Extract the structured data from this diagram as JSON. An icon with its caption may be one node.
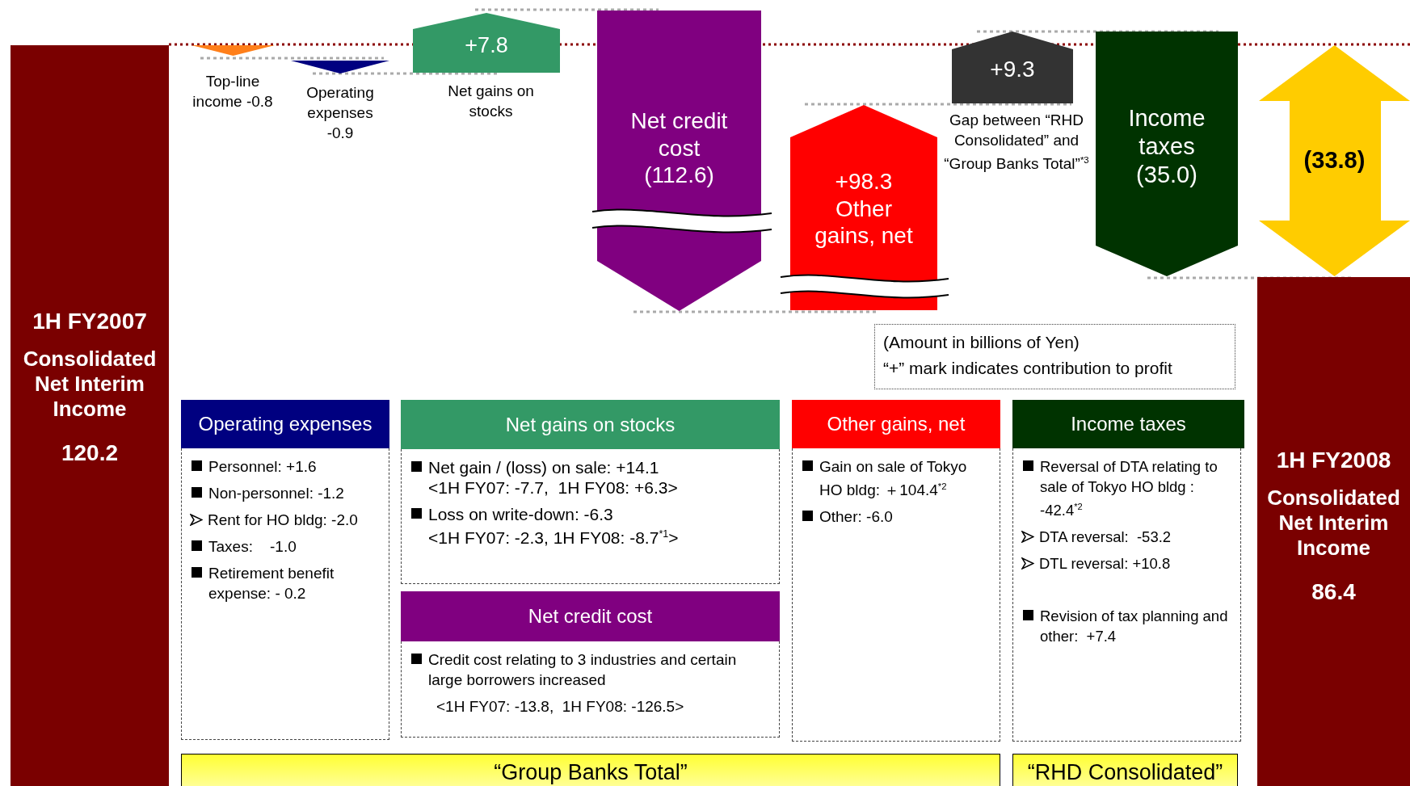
{
  "diagram": {
    "nodes": [
      {
        "text": [
          "1H FY2007",
          "Consolidated Net Interim Income",
          "120.2"
        ]
      },
      {
        "text": [],
        "shape": "triangle",
        "beside": [
          "Top-line income -0.8"
        ]
      },
      {
        "text": [],
        "shape": "triangle",
        "beside": [
          "Operating expenses -0.9"
        ]
      },
      {
        "text": [
          "+7.8"
        ],
        "beside": [
          "Net gains on stocks"
        ]
      },
      {
        "text": [
          "Net credit cost (112.6)"
        ]
      },
      {
        "text": [
          "+98.3 Other gains, net"
        ]
      },
      {
        "text": [
          "+9.3"
        ],
        "beside": [
          "Gap between “RHD Consolidated” and “Group Banks Total”$^{*3}$"
        ]
      },
      {
        "text": [
          "Income taxes (35.0)"
        ]
      },
      {
        "text": [
          "(33.8)"
        ]
      },
      {
        "text": [
          "1H FY2008",
          "Consolidated Net Interim Income",
          "86.4"
        ]
      },
      {
        "text": [
          "(Amount in billions of Yen)",
          "“+” mark indicates contribution to profit"
        ]
      },
      {
        "text": [
          "Operating expenses",
          "Personnel: +1.6",
          "Non-personnel: -1.2",
          "Rent for HO bldg: -2.0",
          "Taxes:    -1.0",
          "Retirement benefit expense: - 0.2"
        ]
      },
      {
        "text": [
          "Net gains on stocks",
          "Net gain / (loss) on sale: +14.1",
          "<1H FY07: -7.7,  1H FY08: +6.3>",
          "Loss on write-down: -6.3",
          "<1H FY07: -2.3, 1H FY08: -8.7$^{*1}$>"
        ]
      },
      {
        "text": [
          "Net credit cost",
          "Credit cost relating to 3 industries and certain large borrowers increased",
          "<1H FY07: -13.8,  1H FY08: -126.5>"
        ]
      },
      {
        "text": [
          "Other gains, net",
          "Gain on sale of Tokyo HO bldg: ＋104.4$^{*2}$",
          "Other: -6.0"
        ]
      },
      {
        "text": [
          "Income taxes",
          "Reversal of DTA relating to sale of Tokyo HO bldg :  -42.4$^{*2}$",
          "DTA reversal:  -53.2",
          "DTL reversal: +10.8",
          "Revision of tax planning and other:  +7.4"
        ]
      },
      {
        "text": [
          "“Group Banks Total”"
        ]
      },
      {
        "text": [
          "“RHD Consolidated”"
        ]
      }
    ]
  }
}
